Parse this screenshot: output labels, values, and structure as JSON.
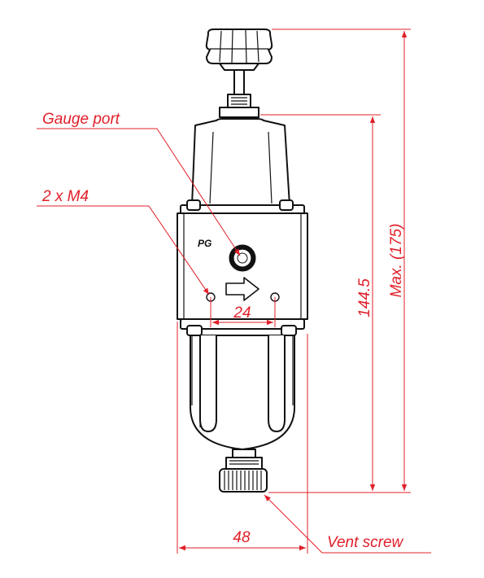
{
  "labels": {
    "gauge_port": "Gauge port",
    "mount_threads": "2 x M4",
    "vent_screw": "Vent screw",
    "logo": "PG"
  },
  "dimensions": {
    "hole_spacing": "24",
    "width": "48",
    "body_height": "144.5",
    "max_height": "Max. (175)"
  },
  "colors": {
    "dimension": "#e0202a",
    "outline": "#111111",
    "background": "#ffffff"
  },
  "icons": {
    "flow": "flow-arrow-icon"
  }
}
